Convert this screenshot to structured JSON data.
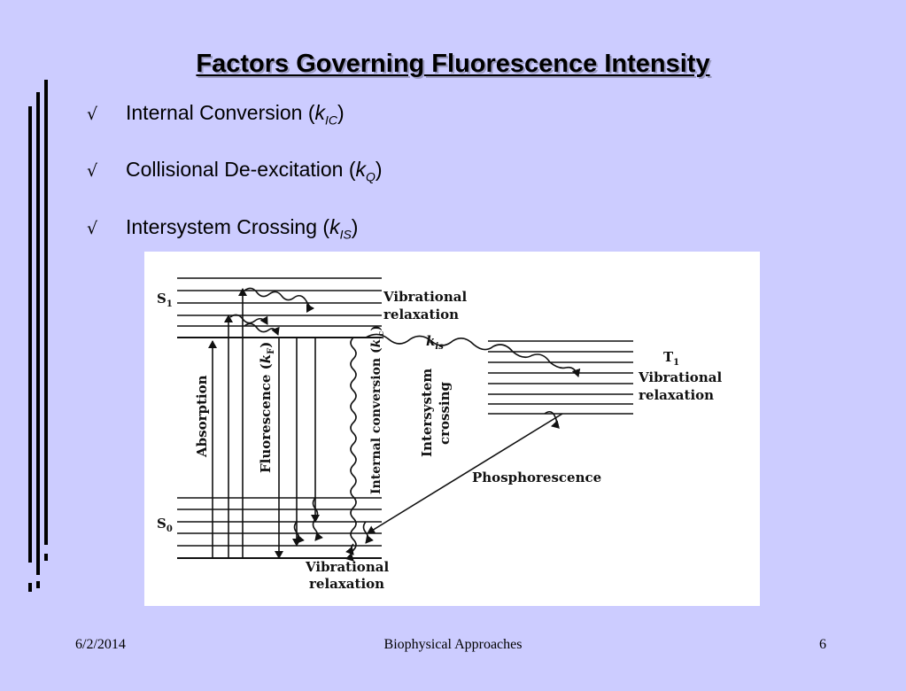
{
  "slide": {
    "title": "Factors Governing Fluorescence Intensity"
  },
  "bullets": [
    {
      "mark": "√",
      "text": "Internal Conversion (",
      "k": "k",
      "sub": "IC",
      "close": ")"
    },
    {
      "mark": "√",
      "text": "Collisional De-excitation (",
      "k": "k",
      "sub": "Q",
      "close": ")"
    },
    {
      "mark": "√",
      "text": "Intersystem Crossing (",
      "k": "k",
      "sub": "IS",
      "close": ")"
    }
  ],
  "diagram": {
    "s1_label": "S",
    "s1_sub": "1",
    "s0_label": "S",
    "s0_sub": "0",
    "t1_label": "T",
    "t1_sub": "1",
    "vib_relax_top_1": "Vibrational",
    "vib_relax_top_2": "relaxation",
    "vib_relax_t1_1": "Vibrational",
    "vib_relax_t1_2": "relaxation",
    "vib_relax_bottom_1": "Vibrational",
    "vib_relax_bottom_2": "relaxation",
    "k_is": "k",
    "k_is_sub": "is",
    "absorption": "Absorption",
    "fluorescence": "Fluorescence (",
    "k_f": "k",
    "k_f_sub": "F",
    "internal_conversion": "Internal conversion (",
    "k_ic": "k",
    "k_ic_sub": "ic",
    "intersystem_1": "Intersystem",
    "intersystem_2": "crossing",
    "phosphorescence": "Phosphorescence"
  },
  "footer": {
    "date": "6/2/2014",
    "center": "Biophysical Approaches",
    "page": "6"
  }
}
